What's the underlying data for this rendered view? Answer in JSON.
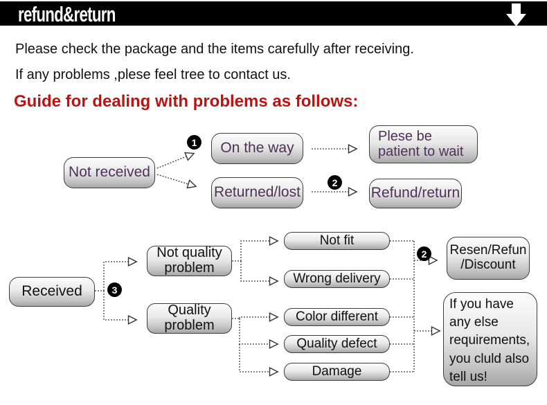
{
  "header": {
    "title": "refund&return",
    "arrow_icon": "down-arrow"
  },
  "colors": {
    "titlebar_bg": "#000000",
    "heading_red": "#bd1212",
    "flow1_text_purple": "#4e3157",
    "flow2_text_black": "#101010",
    "box_gradient_top": "#fcfcfc",
    "box_gradient_bottom": "#a6a6a6"
  },
  "intro": {
    "lines": [
      "Please check the package and the items carefully after receiving.",
      "If any problems ,plese feel tree to contact us."
    ]
  },
  "guide_heading": "Guide for dealing with problems as follows:",
  "chart1": {
    "not_received": "Not received",
    "badge1": "1",
    "on_the_way": "On the way",
    "returned_lost": "Returned/lost",
    "badge2": "2",
    "patient": {
      "line1": "Plese be",
      "line2": "patient to wait"
    },
    "refund_return": "Refund/return"
  },
  "chart2": {
    "received": "Received",
    "badge3": "3",
    "not_quality": {
      "line1": "Not quality",
      "line2": "problem"
    },
    "quality": {
      "line1": "Quality",
      "line2": "problem"
    },
    "not_fit": "Not fit",
    "wrong_delivery": "Wrong delivery",
    "color_different": "Color different",
    "quality_defect": "Quality defect",
    "damage": "Damage",
    "badge2": "2",
    "resen": {
      "line1": "Resen/Refun",
      "line2": "/Discount"
    },
    "note": {
      "lines": [
        "If you have",
        "any else",
        "requirements,",
        "you cluld also",
        "tell us!"
      ]
    }
  }
}
